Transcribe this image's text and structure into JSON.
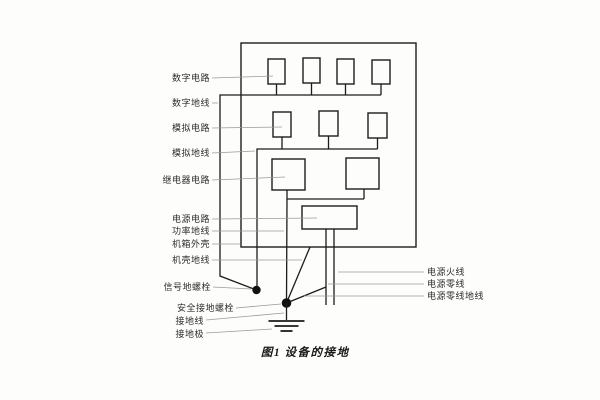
{
  "figure": {
    "caption": {
      "prefix": "图1",
      "title": "设备的接地"
    },
    "left_labels": {
      "digital_circuit": "数字电路",
      "digital_ground_wire": "数字地线",
      "analog_circuit": "模拟电路",
      "analog_ground_wire": "模拟地线",
      "relay_circuit": "继电器电路",
      "power_circuit": "电源电路",
      "power_ground_wire": "功率地线",
      "chassis_enclosure": "机箱外壳",
      "case_ground_wire": "机壳地线",
      "signal_ground_bolt": "信号地螺栓",
      "safety_ground_bolt": "安全接地螺栓",
      "ground_wire": "接地线",
      "ground_electrode": "接地极"
    },
    "right_labels": {
      "power_live_wire": "电源火线",
      "power_neutral_wire": "电源零线",
      "power_neutral_ground_wire": "电源零线地线"
    },
    "structure": {
      "digital_circuit_boxes": 4,
      "analog_circuit_boxes": 3,
      "relay_circuit_boxes": 2,
      "power_circuit_boxes": 1
    },
    "colors": {
      "background": "#fdfdfc",
      "diagram_line": "#1c1c1c",
      "leader_line": "#9a9a9a",
      "label_text": "#2e2e2e"
    }
  }
}
